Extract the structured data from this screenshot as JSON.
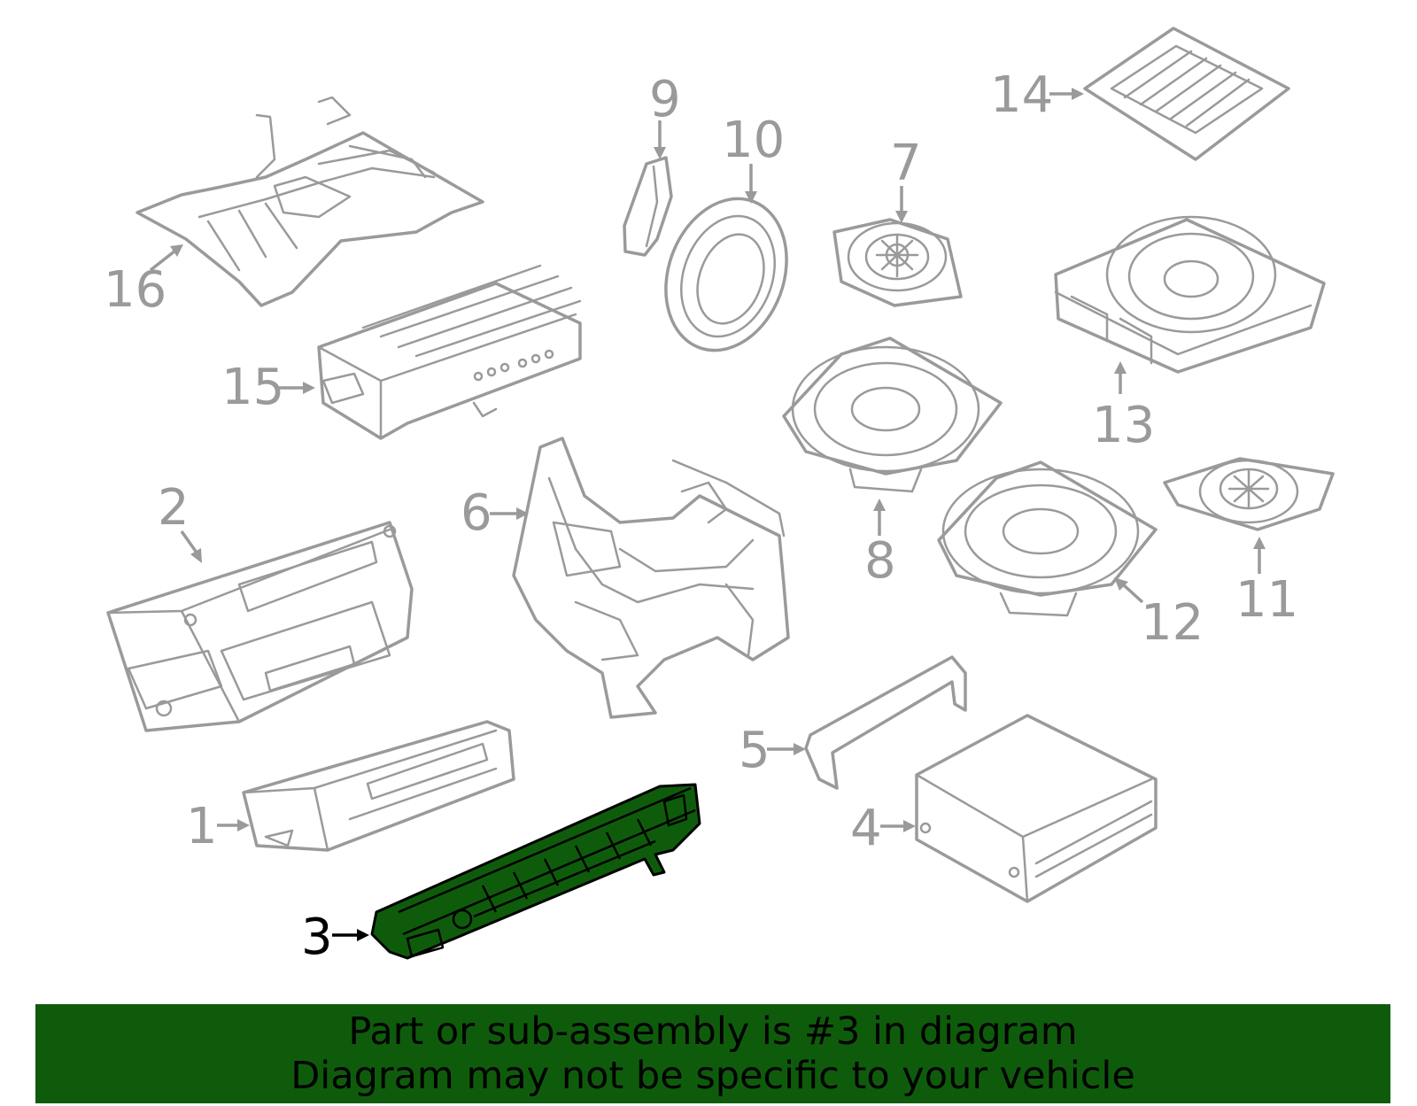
{
  "callouts": {
    "c1": "1",
    "c2": "2",
    "c3": "3",
    "c4": "4",
    "c5": "5",
    "c6": "6",
    "c7": "7",
    "c8": "8",
    "c9": "9",
    "c10": "10",
    "c11": "11",
    "c12": "12",
    "c13": "13",
    "c14": "14",
    "c15": "15",
    "c16": "16"
  },
  "highlighted_part": "3",
  "colors": {
    "highlight": "#0e5c0b",
    "line_art": "#9a9a9a",
    "text": "#000000"
  },
  "banner": {
    "line1": "Part or sub-assembly is #3 in diagram",
    "line2": "Diagram may not be specific to your vehicle"
  }
}
